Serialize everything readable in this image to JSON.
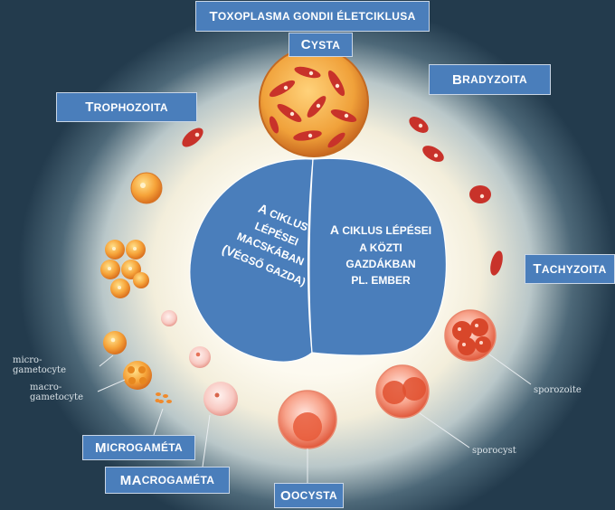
{
  "title": {
    "cap": "T",
    "rest": "OXOPLASMA GONDII ÉLETCIKLUSA"
  },
  "stages": {
    "cysta": {
      "cap": "C",
      "rest": "YSTA"
    },
    "bradyzoita": {
      "cap": "B",
      "rest": "RADYZOITA"
    },
    "trophozoita": {
      "cap": "T",
      "rest": "ROPHOZOITA"
    },
    "tachyzoita": {
      "cap": "T",
      "rest": "ACHYZOITA"
    },
    "microgameta": {
      "cap": "M",
      "rest": "ICROGAMÉTA"
    },
    "macrogameta": {
      "cap": "MA",
      "rest": "CROGAMÉTA"
    },
    "oocysta": {
      "cap": "O",
      "rest": "OCYSTA"
    }
  },
  "center": {
    "left_lines": [
      {
        "cap": "A",
        "rest": " CIKLUS"
      },
      {
        "cap": "",
        "rest": "LÉPÉSEI"
      },
      {
        "cap": "",
        "rest": "MACSKÁBAN"
      },
      {
        "cap": "(V",
        "rest": "ÉGSŐ GAZDA)"
      }
    ],
    "right_lines": [
      {
        "cap": "A",
        "rest": " CIKLUS LÉPÉSEI"
      },
      {
        "cap": "",
        "rest": "A KÖZTI"
      },
      {
        "cap": "",
        "rest": "GAZDÁKBAN"
      },
      {
        "cap": "",
        "rest": "PL. EMBER"
      }
    ]
  },
  "figure_labels": {
    "micro": [
      "micro-",
      "gametocyte"
    ],
    "macro": [
      "macro-",
      "gametocyte"
    ],
    "sporozoite": "sporozoite",
    "sporocyst": "sporocyst"
  },
  "colors": {
    "label_fill": "#4a7ebb",
    "label_border": "#c9d6e6",
    "center_fill": "#4a7ebb",
    "cell_orange": "#f08a2c",
    "cell_red": "#c8322a"
  }
}
